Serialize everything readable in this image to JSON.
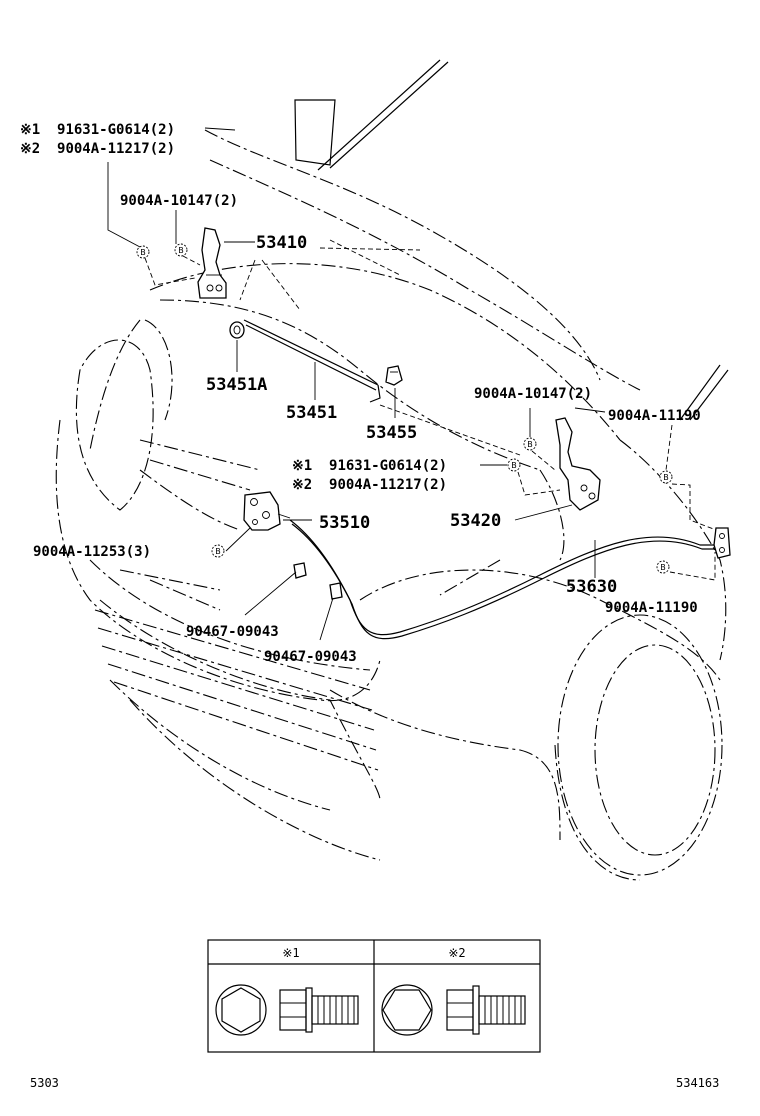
{
  "diagram": {
    "labels": {
      "hinge_bolt_1": "※1  91631-G0614(2)",
      "hinge_bolt_2": "※2  9004A-11217(2)",
      "left_bolt": "9004A-10147(2)",
      "hinge_left": "53410",
      "support_grommet": "53451A",
      "support_rod": "53451",
      "rod_holder": "53455",
      "right_bolt": "9004A-10147(2)",
      "clamp_bolt_upper": "9004A-11190",
      "hinge_bolt_1_right": "※1  91631-G0614(2)",
      "hinge_bolt_2_right": "※2  9004A-11217(2)",
      "lock_bolt": "9004A-11253(3)",
      "hood_lock": "53510",
      "hinge_right": "53420",
      "release_cable": "53630",
      "clamp_bolt_lower": "9004A-11190",
      "clip_1": "90467-09043",
      "clip_2": "90467-09043",
      "b_marker": "B"
    },
    "legend": {
      "col1": "※1",
      "col2": "※2"
    },
    "footer": {
      "left": "5303",
      "right": "534163"
    }
  }
}
